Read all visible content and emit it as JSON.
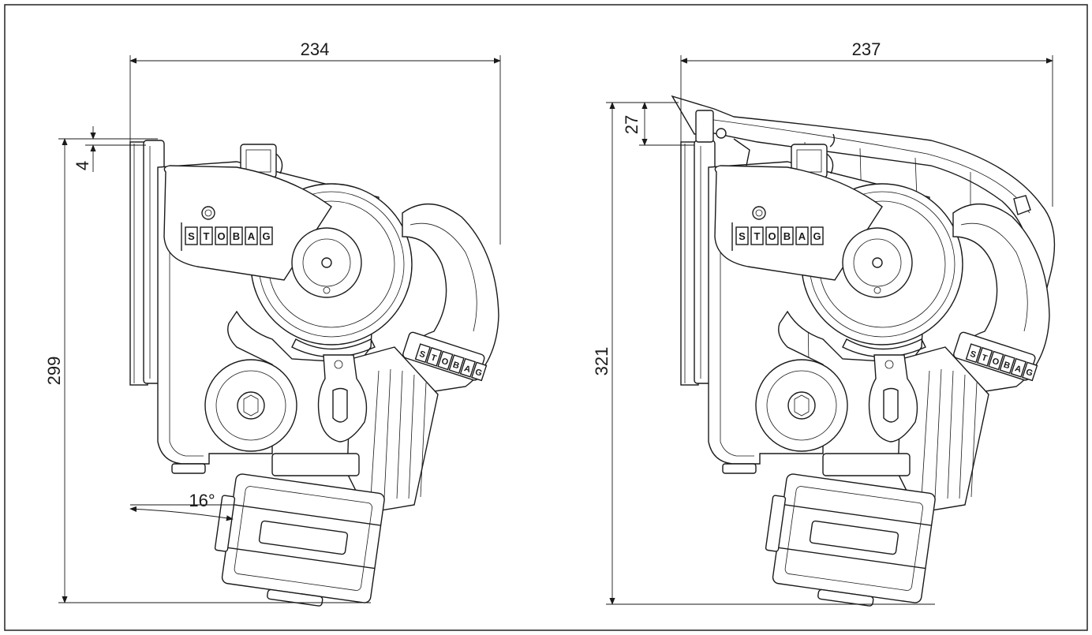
{
  "left_view": {
    "width_dimension": "234",
    "height_dimension": "299",
    "offset_dimension": "4",
    "angle_dimension": "16°",
    "logo_letters": [
      "S",
      "T",
      "O",
      "B",
      "A",
      "G"
    ]
  },
  "right_view": {
    "width_dimension": "237",
    "height_dimension": "321",
    "offset_dimension": "27",
    "logo_letters": [
      "S",
      "T",
      "O",
      "B",
      "A",
      "G"
    ]
  },
  "colors": {
    "line": "#1a1a1a",
    "background": "#ffffff",
    "frame": "#222222"
  }
}
